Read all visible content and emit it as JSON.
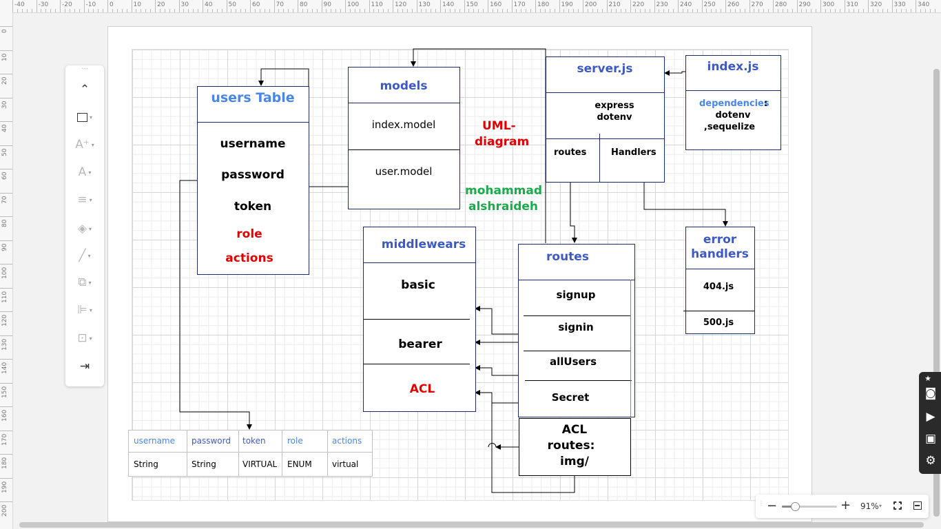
{
  "ruler": {
    "top_labels": [
      "-40",
      "-30",
      "-20",
      "-10",
      "0",
      "10",
      "20",
      "30",
      "40",
      "50",
      "60",
      "70",
      "80",
      "90",
      "100",
      "110",
      "120",
      "130",
      "140",
      "150",
      "160",
      "170",
      "180",
      "190",
      "200",
      "210",
      "220",
      "230",
      "240",
      "250",
      "260",
      "270",
      "280",
      "290",
      "300",
      "310",
      "320",
      "330",
      "340"
    ],
    "left_labels": [
      "0",
      "10",
      "20",
      "30",
      "40",
      "50",
      "60",
      "70",
      "80",
      "90",
      "100",
      "110",
      "120",
      "130",
      "140",
      "150",
      "160",
      "170",
      "180",
      "190",
      "200"
    ]
  },
  "toolbar": {
    "items": [
      {
        "name": "collapse-icon",
        "glyph": "⌃"
      },
      {
        "name": "shape-icon",
        "glyph": "□"
      },
      {
        "name": "text-add-icon",
        "glyph": "A⁺"
      },
      {
        "name": "font-icon",
        "glyph": "A"
      },
      {
        "name": "align-text-icon",
        "glyph": "≡"
      },
      {
        "name": "fill-icon",
        "glyph": "◈"
      },
      {
        "name": "line-style-icon",
        "glyph": "╱"
      },
      {
        "name": "arrange-icon",
        "glyph": "⧉"
      },
      {
        "name": "align-icon",
        "glyph": "⊫"
      },
      {
        "name": "distribute-icon",
        "glyph": "⊡"
      },
      {
        "name": "exit-icon",
        "glyph": "⇥"
      }
    ]
  },
  "diagram": {
    "users_table": {
      "title": "users Table",
      "fields": [
        "username",
        "password",
        "token"
      ],
      "extra_fields": [
        "role",
        "actions"
      ]
    },
    "models": {
      "title": "models",
      "items": [
        "index.model",
        "user.model"
      ]
    },
    "server": {
      "title": "server.js",
      "deps_line1": "express",
      "deps_line2": "dotenv",
      "routes": "routes",
      "handlers": "Handlers"
    },
    "index": {
      "title": "index.js",
      "dep_label": "dependencies",
      "dep_colon": ":",
      "dep_line1": "dotenv",
      "dep_line2": ",sequelize"
    },
    "uml_title": {
      "line1": "UML-",
      "line2": "diagram"
    },
    "author": {
      "line1": "mohammad",
      "line2": "alshraideh"
    },
    "middlewares": {
      "title": "middlewears",
      "items": [
        "basic",
        "bearer",
        "ACL"
      ]
    },
    "routes": {
      "title": "routes",
      "items": [
        "signup",
        "signin",
        "allUsers",
        "Secret"
      ]
    },
    "error_handlers": {
      "title_line1": "error",
      "title_line2": "handlers",
      "items": [
        "404.js",
        "500.js"
      ]
    },
    "acl_routes": {
      "line1": "ACL",
      "line2": "routes:",
      "line3": "img/"
    },
    "schema_table": {
      "headers": [
        "username",
        "password",
        "token",
        "role",
        "actions"
      ],
      "values": [
        "String",
        "String",
        "VIRTUAL",
        "ENUM",
        "virtual"
      ]
    }
  },
  "zoom": {
    "minus": "−",
    "plus": "+",
    "level": "91%",
    "caret": "▾"
  },
  "colors": {
    "title_blue": "#3d59c2",
    "accent_blue": "#4a86e8",
    "red": "#e00000",
    "green": "#1aab4a",
    "border": "#1a2a6c"
  }
}
